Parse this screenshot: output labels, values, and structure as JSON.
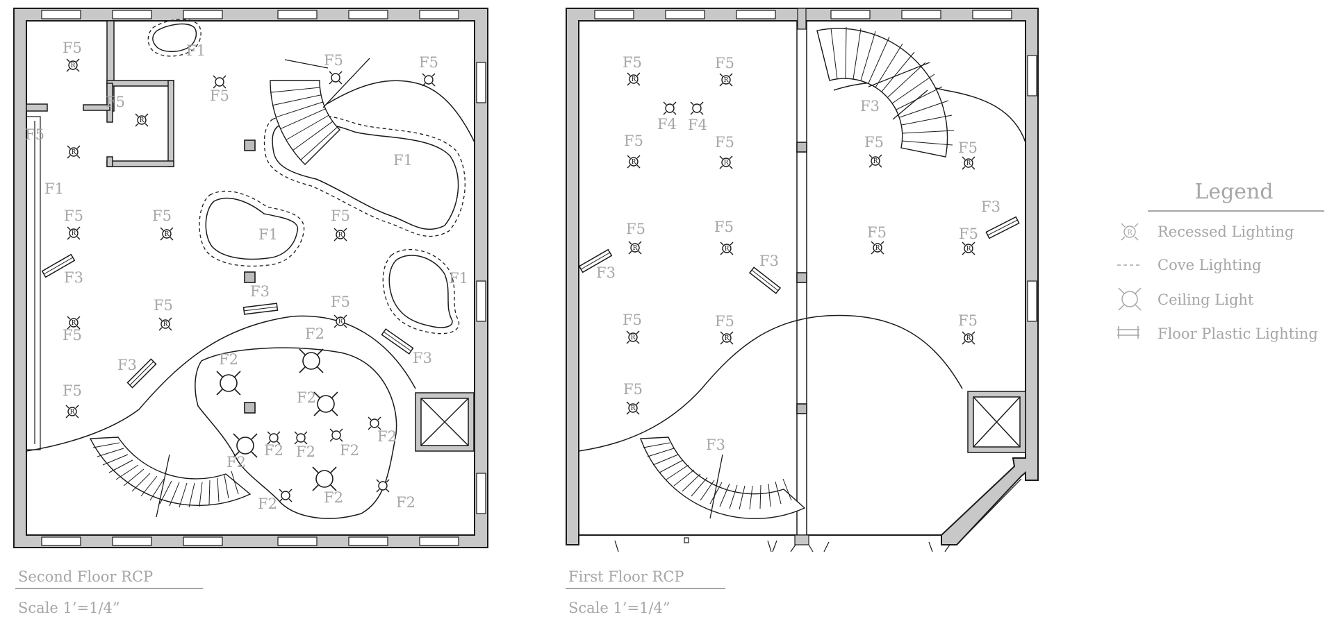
{
  "legend": {
    "title": "Legend",
    "items": [
      {
        "icon": "recessed-light-icon",
        "label": "Recessed Lighting"
      },
      {
        "icon": "cove-line-icon",
        "label": "Cove Lighting"
      },
      {
        "icon": "ceiling-light-icon",
        "label": "Ceiling Light"
      },
      {
        "icon": "floor-plastic-light-icon",
        "label": "Floor Plastic Lighting"
      }
    ]
  },
  "plans": {
    "second": {
      "title": "Second Floor RCP",
      "scale": "Scale 1’=1/4”"
    },
    "first": {
      "title": "First Floor RCP",
      "scale": "Scale 1’=1/4”"
    }
  },
  "fixture_tags": {
    "f1": "F1",
    "f2": "F2",
    "f3": "F3",
    "f4": "F4",
    "f5": "F5"
  },
  "recessed_symbol_letter": "R",
  "colors": {
    "wall_fill": "#c8c8c8",
    "line": "#1a1a1a",
    "label_gray": "#a6a6a6"
  }
}
